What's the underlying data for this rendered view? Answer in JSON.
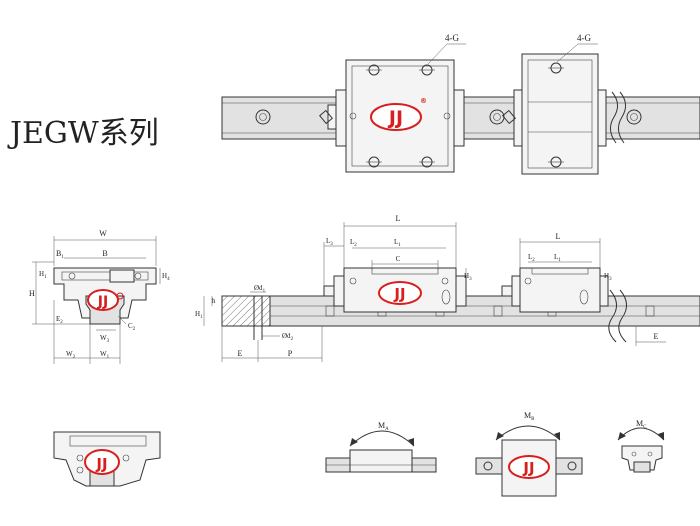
{
  "series_title": "JEGW系列",
  "brand": {
    "logo_text": "JJ",
    "registered": "®",
    "logo_color": "#d81e1e"
  },
  "top_view": {
    "hole_label_1": "4-G",
    "hole_label_2": "4-G"
  },
  "end_view": {
    "W": "W",
    "B": "B",
    "B1": "B",
    "B1_sub": "1",
    "H": "H",
    "H1": "H",
    "H1_sub": "1",
    "H4": "H",
    "H4_sub": "4",
    "E2": "E",
    "E2_sub": "2",
    "C2": "C",
    "C2_sub": "2",
    "W3": "W",
    "W3_sub": "3",
    "W2": "W",
    "W2_sub": "2",
    "W1": "W",
    "W1_sub": "1"
  },
  "side_view": {
    "L_main": "L",
    "L3": "L",
    "L3_sub": "3",
    "L2": "L",
    "L2_sub": "2",
    "L1": "L",
    "L1_sub": "1",
    "C": "C",
    "H3": "H",
    "H3_sub": "3",
    "L_short": "L",
    "L2b": "L",
    "L2b_sub": "2",
    "L1b": "L",
    "L1b_sub": "1",
    "H3b": "H",
    "H3b_sub": "3",
    "d1": "Ød",
    "d1_sub": "1",
    "d2": "Ød",
    "d2_sub": "2",
    "h": "h",
    "H1": "H",
    "H1_sub": "1",
    "E_left": "E",
    "P": "P",
    "E_right": "E"
  },
  "moments": {
    "MA": "M",
    "MA_sub": "A",
    "MB": "M",
    "MB_sub": "B",
    "MC": "M",
    "MC_sub": "C"
  }
}
